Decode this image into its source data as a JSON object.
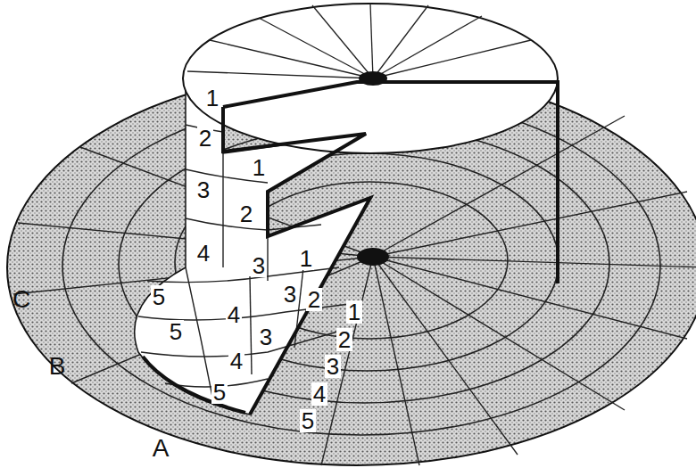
{
  "diagram": {
    "labels": [
      "1",
      "2",
      "1",
      "3",
      "2",
      "4",
      "3",
      "1",
      "5",
      "4",
      "3",
      "2",
      "5",
      "3",
      "4",
      "5",
      "1",
      "2",
      "3",
      "4",
      "5",
      "C",
      "B",
      "A"
    ]
  }
}
